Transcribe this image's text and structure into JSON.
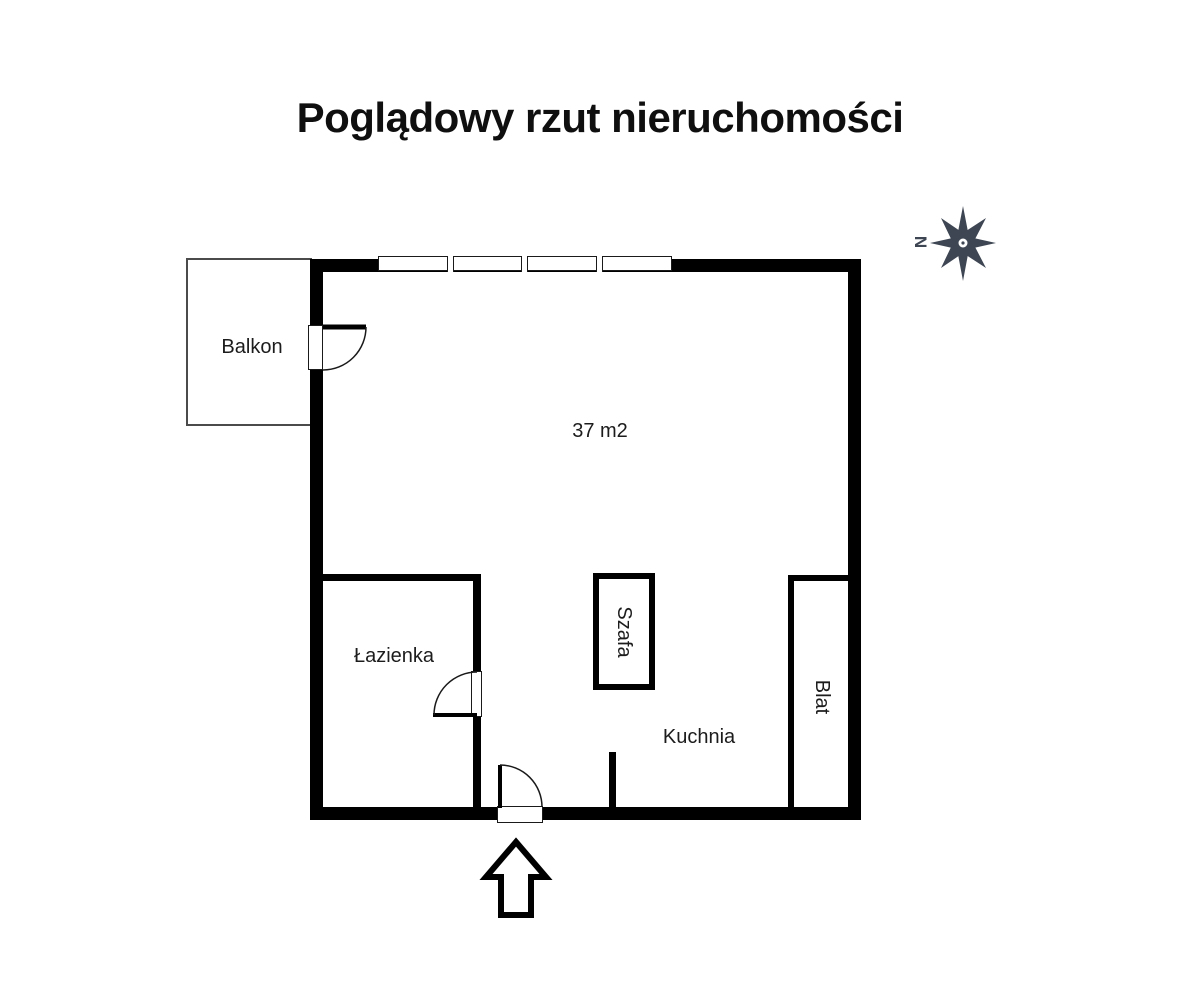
{
  "title": "Poglądowy rzut nieruchomości",
  "compass": {
    "north_label": "N"
  },
  "plan": {
    "area_label": "37 m2",
    "rooms": {
      "balcony": "Balkon",
      "bathroom": "Łazienka",
      "kitchen": "Kuchnia",
      "wardrobe": "Szafa",
      "countertop": "Blat"
    }
  },
  "colors": {
    "walls": "#000000",
    "text": "#1c1c1c",
    "compass": "#3e4653",
    "background": "#ffffff"
  }
}
